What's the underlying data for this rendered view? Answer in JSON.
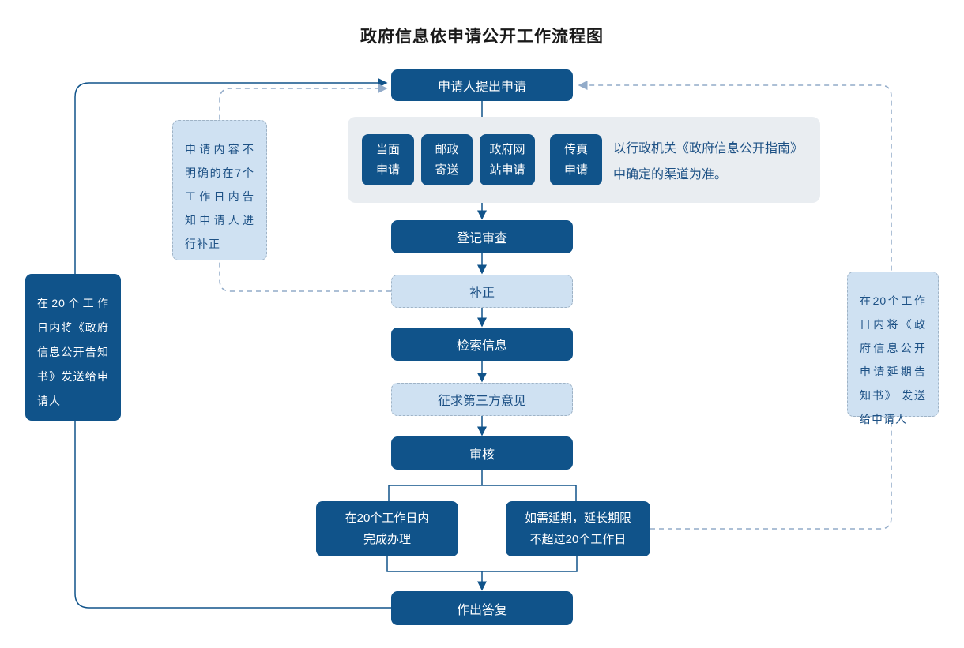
{
  "title": "政府信息依申请公开工作流程图",
  "flow": {
    "apply": "申请人提出申请",
    "channels": {
      "items": [
        {
          "line1": "当面",
          "line2": "申请"
        },
        {
          "line1": "邮政",
          "line2": "寄送"
        },
        {
          "line1": "政府网",
          "line2": "站申请"
        },
        {
          "line1": "传真",
          "line2": "申请"
        }
      ],
      "note_line1": "以行政机关《政府信息公开指南》",
      "note_line2": "中确定的渠道为准。"
    },
    "register": "登记审查",
    "correction": "补正",
    "search": "检索信息",
    "third_party": "征求第三方意见",
    "review": "审核",
    "complete": {
      "line1": "在20个工作日内",
      "line2": "完成办理"
    },
    "extend": {
      "line1": "如需延期，延长期限",
      "line2": "不超过20个工作日"
    },
    "reply": "作出答复"
  },
  "side_notes": {
    "left_dark": "在20个工作日内将《政府信息公开告知书》发送给申请人",
    "left_light": "申请内容不明确的在7个工作日内告知申请人进行补正",
    "right_light": "在20个工作日内将《政府信息公开申请延期告知书》 发送给申请人"
  },
  "colors": {
    "primary_dark_blue": "#10538a",
    "light_blue_fill": "#cfe1f2",
    "panel_gray": "#e9edf1",
    "solid_line": "#10538a",
    "dashed_line": "#92abc9",
    "note_text_blue": "#1d5185",
    "title_text": "#1a1a1a"
  }
}
